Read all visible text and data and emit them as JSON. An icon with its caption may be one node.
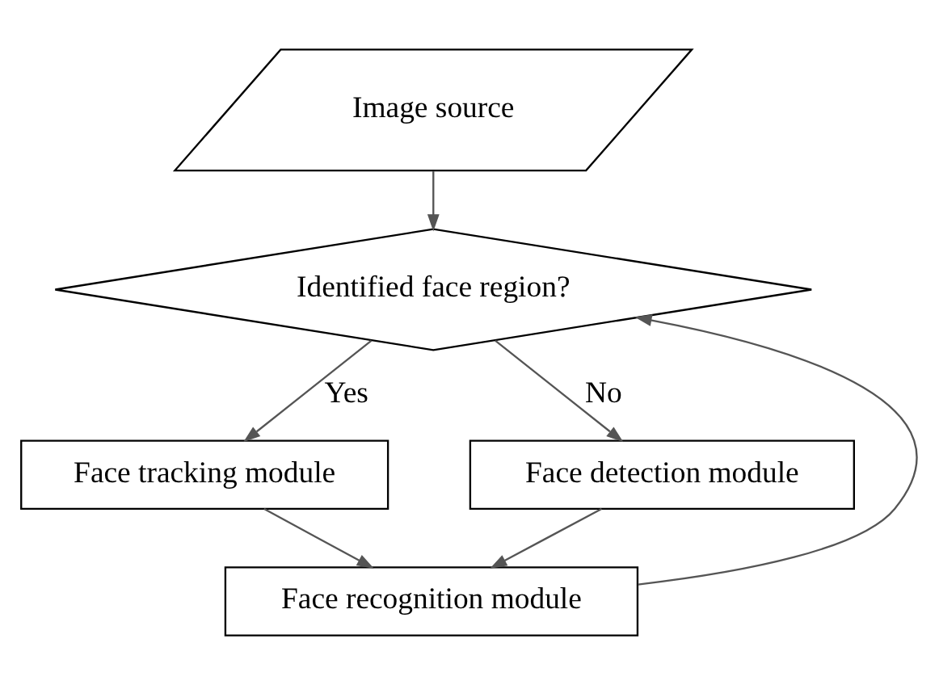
{
  "diagram": {
    "nodes": [
      {
        "text": [
          "Image source"
        ]
      },
      {
        "text": [
          "Identified face region?"
        ]
      },
      {
        "text": [
          "Face tracking module"
        ]
      },
      {
        "text": [
          "Face detection module"
        ]
      },
      {
        "text": [
          "Face recognition module"
        ]
      }
    ],
    "edges": [
      {
        "from": 0,
        "to": 1,
        "arrow": "to"
      },
      {
        "from": 1,
        "to": 2,
        "arrow": "to",
        "label": "Yes"
      },
      {
        "from": 1,
        "to": 3,
        "arrow": "to",
        "label": "No"
      },
      {
        "from": 2,
        "to": 4,
        "arrow": "to"
      },
      {
        "from": 3,
        "to": 4,
        "arrow": "to"
      },
      {
        "from": 4,
        "to": 1,
        "arrow": "to"
      }
    ]
  }
}
